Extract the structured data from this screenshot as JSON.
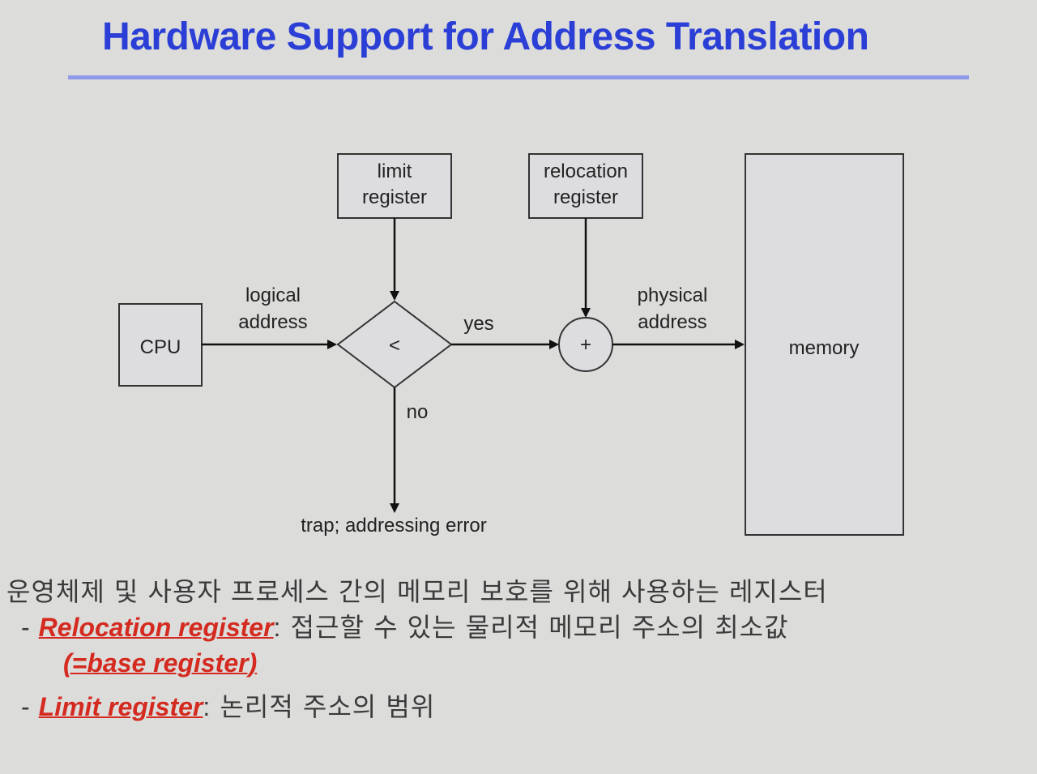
{
  "slide": {
    "title": "Hardware Support for Address Translation"
  },
  "diagram": {
    "cpu_label": "CPU",
    "limit_register": [
      "limit",
      "register"
    ],
    "relocation_register": [
      "relocation",
      "register"
    ],
    "comparator_symbol": "<",
    "adder_symbol": "+",
    "memory_label": "memory",
    "logical_address": [
      "logical",
      "address"
    ],
    "physical_address": [
      "physical",
      "address"
    ],
    "yes_label": "yes",
    "no_label": "no",
    "trap_label": "trap; addressing error"
  },
  "notes": {
    "intro": "운영체제 및 사용자 프로세스 간의 메모리 보호를 위해 사용하는 레지스터",
    "items": [
      {
        "dash": "-",
        "term": "Relocation register",
        "colon": ":",
        "desc": " 접근할 수 있는 물리적 메모리 주소의 최소값",
        "term_cont": "(=base register)"
      },
      {
        "dash": "-",
        "term": "Limit register",
        "colon": ":",
        "desc": " 논리적 주소의 범위"
      }
    ]
  },
  "colors": {
    "title": "#2b3fd6",
    "title_rule": "#8f9bea",
    "term": "#d42a1f",
    "background": "#dcdcdb"
  }
}
